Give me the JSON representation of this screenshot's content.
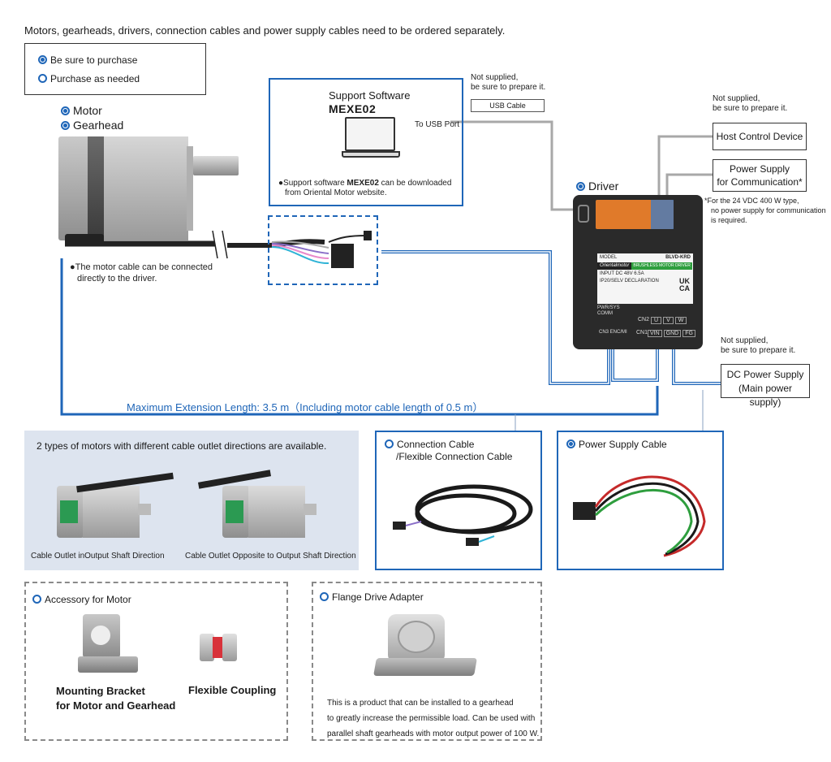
{
  "intro": "Motors, gearheads, drivers, connection cables and power supply cables need to be ordered separately.",
  "legend": {
    "must": "Be sure to purchase",
    "optional": "Purchase as needed"
  },
  "motor": {
    "label1": "Motor",
    "label2": "Gearhead",
    "note_line1": "●The motor cable can be connected",
    "note_line2": "directly to the driver."
  },
  "software": {
    "title": "Support Software",
    "name": "MEXE02",
    "usb_port": "To USB Port",
    "note_pre": "●Support software ",
    "note_name": "MEXE02",
    "note_post": " can be downloaded",
    "note_line2": "from Oriental Motor website."
  },
  "usb": {
    "not_supplied1": "Not supplied,",
    "not_supplied2": "be sure to prepare it.",
    "cable_label": "USB Cable"
  },
  "host": {
    "not_supplied1": "Not supplied,",
    "not_supplied2": "be sure to prepare it.",
    "label": "Host Control Device"
  },
  "psu_comm": {
    "line1": "Power Supply",
    "line2": "for Communication*",
    "note1": "*For the 24 VDC 400 W type,",
    "note2": "no power supply for communication",
    "note3": "is required."
  },
  "driver": {
    "label": "Driver",
    "model_label": "MODEL",
    "model": "BLVD-KRD",
    "brand": "Orientalmotor",
    "type": "BRUSHLESS MOTOR DRIVER",
    "spec1": "INPUT DC 48V  6.5A",
    "spec2": "IP20/SELV DECLARATION",
    "pwr": "PWR/SYS",
    "comm": "COMM",
    "cn1": "CN1",
    "cn2": "CN2",
    "cn3": "CN3 ENC/MI",
    "t_u": "U",
    "t_v": "V",
    "t_w": "W",
    "t_vin": "VIN",
    "t_gnd": "GND",
    "t_fg": "FG",
    "uk": "UK",
    "ca": "CA"
  },
  "dc_supply": {
    "not_supplied1": "Not supplied,",
    "not_supplied2": "be sure to prepare it.",
    "line1": "DC Power Supply",
    "line2": "(Main power supply)"
  },
  "extension": "Maximum Extension Length: 3.5 m（Including motor cable length of 0.5 m）",
  "outlet": {
    "title": "2 types of motors with different cable outlet directions are available.",
    "cap1": "Cable Outlet inOutput Shaft Direction",
    "cap2": "Cable Outlet Opposite to Output Shaft Direction"
  },
  "conn_cable": {
    "line1": "Connection Cable",
    "line2": "/Flexible Connection Cable"
  },
  "psu_cable": {
    "label": "Power Supply Cable"
  },
  "accessory": {
    "title": "Accessory for Motor",
    "bracket1": "Mounting Bracket",
    "bracket2": "for Motor and Gearhead",
    "coupling": "Flexible Coupling"
  },
  "flange": {
    "title": "Flange Drive Adapter",
    "d1": "This is a product that can be installed to a gearhead",
    "d2": "to greatly increase the permissible load. Can be used with",
    "d3": "parallel shaft gearheads with motor output power of 100 W."
  },
  "colors": {
    "accent": "#1f66b8",
    "panel": "#dde4ef",
    "connector_gray": "#a0a0a0"
  }
}
